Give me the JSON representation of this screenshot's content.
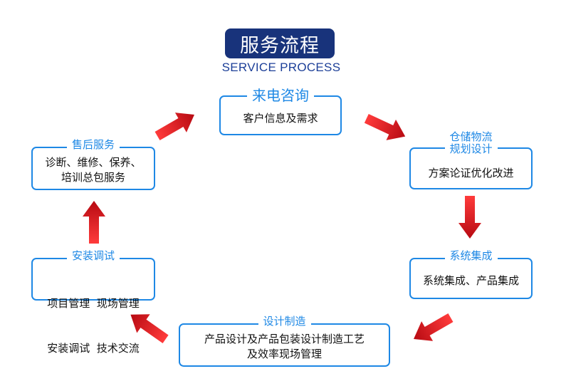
{
  "title": "服务流程",
  "subtitle": "SERVICE PROCESS",
  "steps": {
    "consult": {
      "title": "来电咨询",
      "desc": "客户信息及需求"
    },
    "planning": {
      "title_line1": "仓储物流",
      "title_line2": "规划设计",
      "desc": "方案论证优化改进"
    },
    "integration": {
      "title": "系统集成",
      "desc": "系统集成、产品集成"
    },
    "manufacturing": {
      "title": "设计制造",
      "desc_line1": "产品设计及产品包装设计制造工艺",
      "desc_line2": "及效率现场管理"
    },
    "installation": {
      "title": "安装调试",
      "desc_line1": "项目管理  现场管理",
      "desc_line2": "安装调试  技术交流"
    },
    "after_sales": {
      "title": "售后服务",
      "desc_line1": "诊断、维修、保养、",
      "desc_line2": "培训总包服务"
    }
  },
  "colors": {
    "badge": "#18337b",
    "accent": "#1e88e5",
    "arrow": "#d8111a"
  }
}
